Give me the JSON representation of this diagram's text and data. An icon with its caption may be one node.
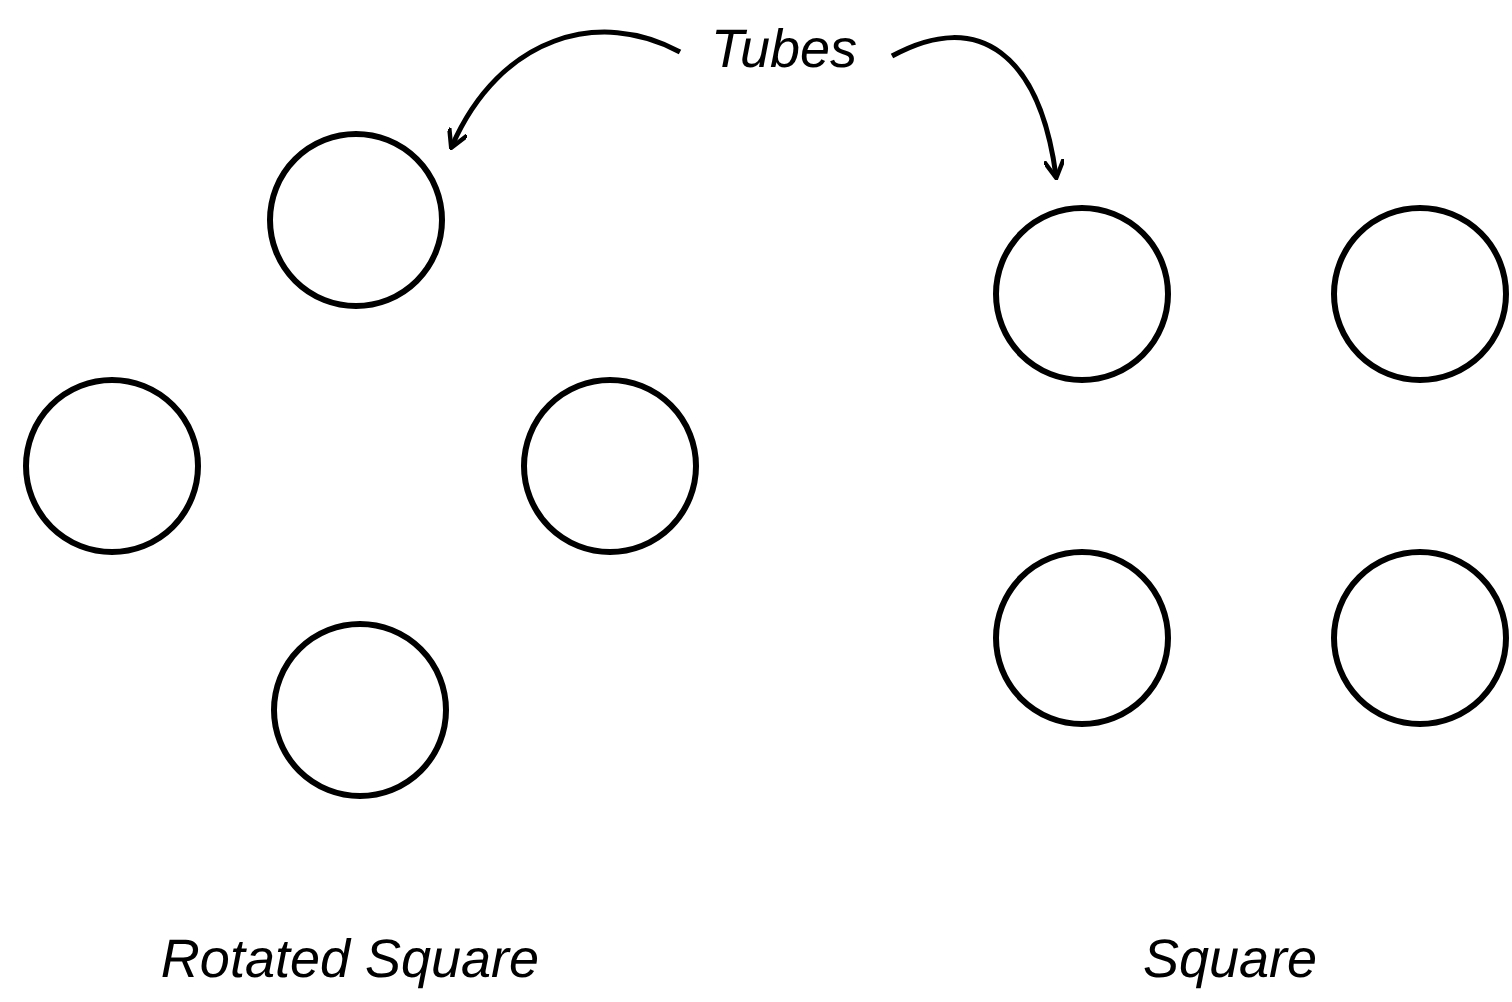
{
  "diagram": {
    "nodes": [
      {
        "text": [
          "Tubes"
        ]
      },
      {
        "text": [],
        "shape": "circle"
      },
      {
        "text": [],
        "shape": "circle"
      },
      {
        "text": [],
        "shape": "circle"
      },
      {
        "text": [],
        "shape": "circle"
      },
      {
        "text": [],
        "shape": "circle"
      },
      {
        "text": [],
        "shape": "circle"
      },
      {
        "text": [],
        "shape": "circle"
      },
      {
        "text": [],
        "shape": "circle"
      }
    ],
    "edges": [
      {
        "from": 0,
        "to": 1,
        "arrow": "to"
      },
      {
        "from": 0,
        "to": 5,
        "arrow": "to"
      }
    ],
    "labels": [
      "Rotated Square",
      "Square"
    ]
  }
}
